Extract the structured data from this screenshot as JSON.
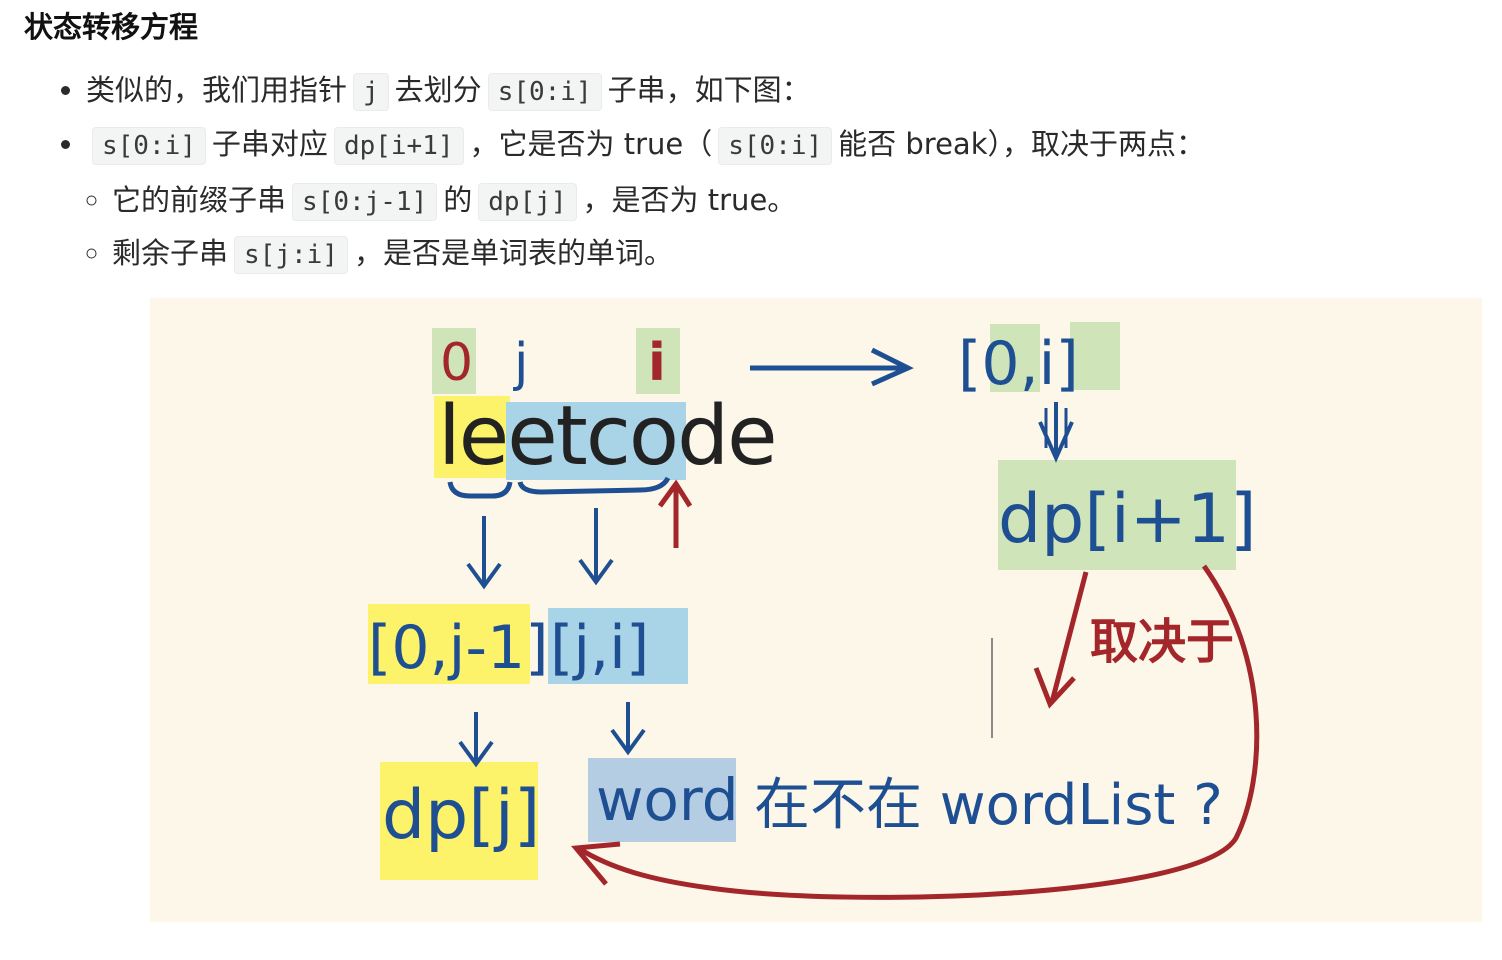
{
  "section": {
    "title": "状态转移方程"
  },
  "bullets": {
    "b1": {
      "t1": "类似的，我们用指针",
      "c1": "j",
      "t2": "去划分",
      "c2": "s[0:i]",
      "t3": "子串，如下图："
    },
    "b2": {
      "c1": "s[0:i]",
      "t1": "子串对应",
      "c2": "dp[i+1]",
      "t2": "，它是否为 true（",
      "c3": "s[0:i]",
      "t3": "能否 break），取决于两点："
    },
    "sub1": {
      "t1": "它的前缀子串",
      "c1": "s[0:j-1]",
      "t2": "的",
      "c2": "dp[j]",
      "t3": "，是否为 true。"
    },
    "sub2": {
      "t1": "剩余子串",
      "c1": "s[j:i]",
      "t2": "，是否是单词表的单词。"
    }
  },
  "figure": {
    "label_0": "0",
    "label_j": "j",
    "label_i": "i",
    "word": "leetcode",
    "range_0i": "[0,i]",
    "dp_i1": "dp[i+1]",
    "range_0j1": "[0,j-1]",
    "range_ji": "[j,i]",
    "dp_j": "dp[j]",
    "word_label": "word",
    "question": "在不在 wordList ?",
    "depends": "取决于",
    "colors": {
      "blue_ink": "#1e4f93",
      "red_ink": "#a3262a",
      "yellow_hl": "#fdf36a",
      "blue_hl": "#a9d3e6",
      "green_hl": "#cfe5b9",
      "background": "#fcf7e8"
    }
  }
}
